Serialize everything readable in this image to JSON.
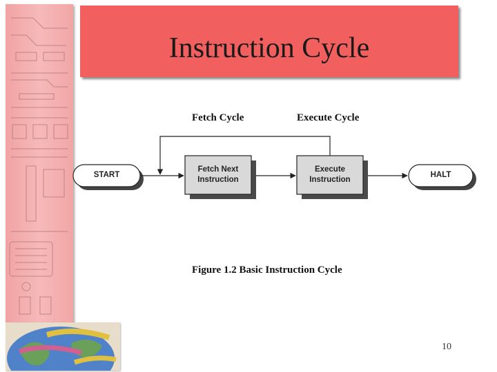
{
  "slide": {
    "title": "Instruction Cycle",
    "page_number": "10"
  },
  "diagram": {
    "cycle_labels": {
      "fetch": "Fetch Cycle",
      "execute": "Execute Cycle"
    },
    "nodes": {
      "start": "START",
      "fetch_line1": "Fetch Next",
      "fetch_line2": "Instruction",
      "execute_line1": "Execute",
      "execute_line2": "Instruction",
      "halt": "HALT"
    },
    "caption": "Figure 1.2  Basic Instruction Cycle"
  },
  "colors": {
    "banner": "#f25f5f",
    "sidebar": "#f4b0b0",
    "process_box": "#d9d9d9",
    "box_shadow": "#4a4a4a"
  },
  "icons": {
    "sidebar": "circuit-diagram-pattern",
    "logo": "globe-logo"
  }
}
